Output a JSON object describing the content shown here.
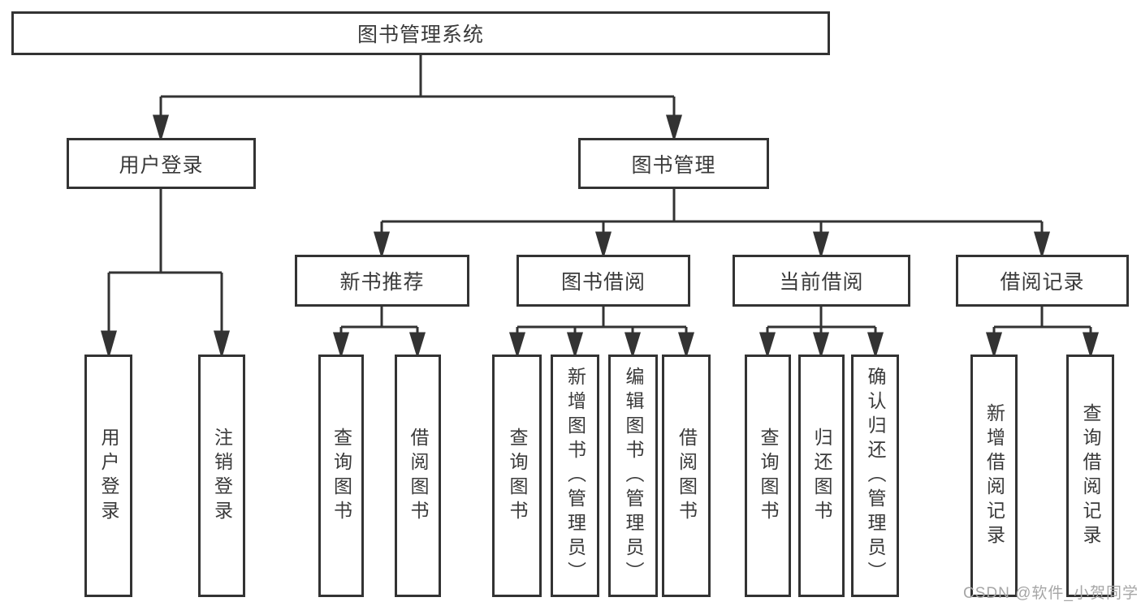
{
  "diagram": {
    "root": {
      "id": "library-management-system",
      "label": "图书管理系统"
    },
    "level2": [
      {
        "id": "user-login",
        "label": "用户登录",
        "parent": "library-management-system"
      },
      {
        "id": "book-management",
        "label": "图书管理",
        "parent": "library-management-system"
      }
    ],
    "level3": [
      {
        "id": "new-book-recommend",
        "label": "新书推荐",
        "parent": "book-management"
      },
      {
        "id": "book-borrowing",
        "label": "图书借阅",
        "parent": "book-management"
      },
      {
        "id": "current-borrowing",
        "label": "当前借阅",
        "parent": "book-management"
      },
      {
        "id": "borrowing-records",
        "label": "借阅记录",
        "parent": "book-management"
      }
    ],
    "level4": [
      {
        "id": "user-login-leaf",
        "label": "用户登录",
        "parent": "user-login"
      },
      {
        "id": "logout",
        "label": "注销登录",
        "parent": "user-login"
      },
      {
        "id": "query-books-recommend",
        "label": "查询图书",
        "parent": "new-book-recommend"
      },
      {
        "id": "borrow-books-recommend",
        "label": "借阅图书",
        "parent": "new-book-recommend"
      },
      {
        "id": "query-books-borrowing",
        "label": "查询图书",
        "parent": "book-borrowing"
      },
      {
        "id": "add-books-admin",
        "label": "新增图书（管理员）",
        "parent": "book-borrowing"
      },
      {
        "id": "edit-books-admin",
        "label": "编辑图书（管理员）",
        "parent": "book-borrowing"
      },
      {
        "id": "borrow-books-borrowing",
        "label": "借阅图书",
        "parent": "book-borrowing"
      },
      {
        "id": "query-books-current",
        "label": "查询图书",
        "parent": "current-borrowing"
      },
      {
        "id": "return-books",
        "label": "归还图书",
        "parent": "current-borrowing"
      },
      {
        "id": "confirm-return-admin",
        "label": "确认归还（管理员）",
        "parent": "current-borrowing"
      },
      {
        "id": "add-borrowing-record",
        "label": "新增借阅记录",
        "parent": "borrowing-records"
      },
      {
        "id": "query-borrowing-record",
        "label": "查询借阅记录",
        "parent": "borrowing-records"
      }
    ]
  },
  "watermark": {
    "text": "CSDN @软件_小贺同学"
  },
  "colors": {
    "line": "#333333",
    "text": "#3a3a3a",
    "background": "#ffffff",
    "watermark": "#a6a6a6"
  }
}
